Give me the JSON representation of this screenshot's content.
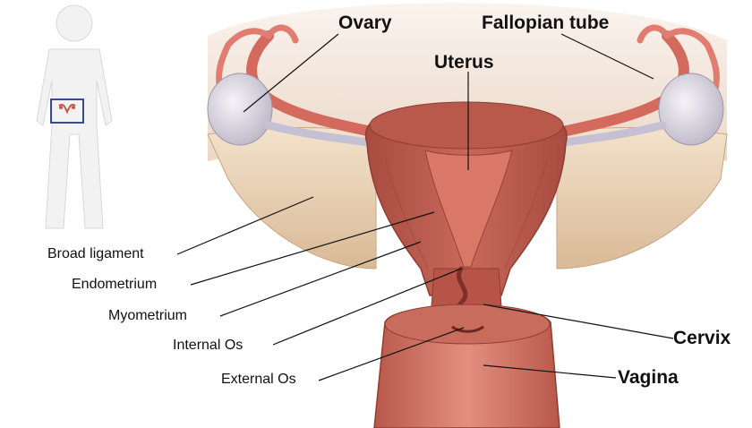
{
  "labels": {
    "ovary": "Ovary",
    "fallopian_tube": "Fallopian tube",
    "uterus": "Uterus",
    "broad_ligament": "Broad ligament",
    "endometrium": "Endometrium",
    "myometrium": "Myometrium",
    "internal_os": "Internal Os",
    "external_os": "External Os",
    "cervix": "Cervix",
    "vagina": "Vagina"
  },
  "colors": {
    "tissue_dark": "#b55a4c",
    "tissue_mid": "#cf7a6a",
    "tissue_light": "#e8a294",
    "ligament": "#e9d2b8",
    "ovary": "#e6e3ea",
    "background_tan": "#f3e6dc",
    "body_outline": "#dedede",
    "highlight_box": "#3a4a8a"
  }
}
